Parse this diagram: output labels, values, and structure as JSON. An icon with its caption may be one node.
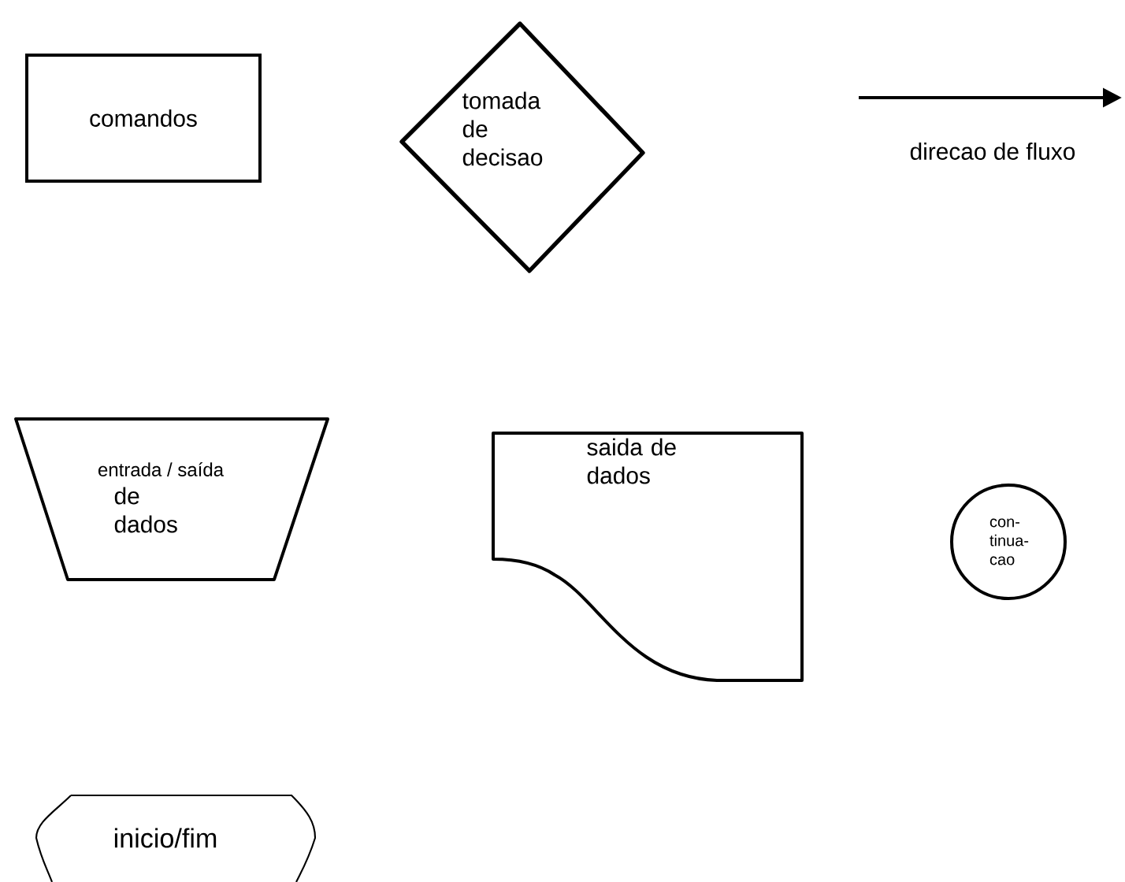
{
  "diagram": {
    "nodes": [
      {
        "text": [
          "comandos"
        ]
      },
      {
        "text": [
          "tomada de decisao"
        ]
      },
      {
        "text": [
          "entrada / saída",
          "de dados"
        ]
      },
      {
        "text": [
          "saida de dados"
        ]
      },
      {
        "text": [
          "con- tinua- cao"
        ]
      },
      {
        "text": [
          "inicio/fim"
        ]
      }
    ],
    "labels": [
      "direcao de fluxo"
    ]
  }
}
